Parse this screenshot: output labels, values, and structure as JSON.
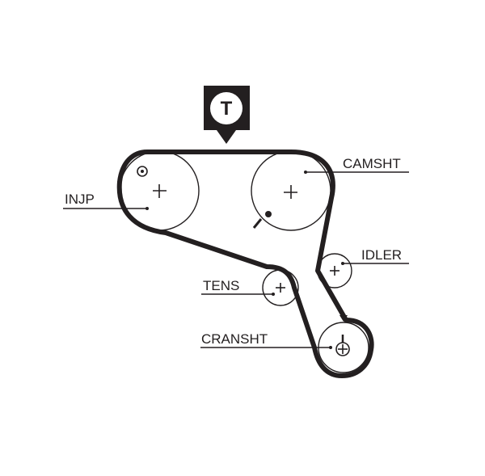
{
  "labels": {
    "injp": "INJP",
    "camsht": "CAMSHT",
    "idler": "IDLER",
    "tens": "TENS",
    "cransht": "CRANSHT"
  },
  "badge": {
    "letter": "T"
  },
  "colors": {
    "ink": "#231f20",
    "background": "#ffffff"
  }
}
